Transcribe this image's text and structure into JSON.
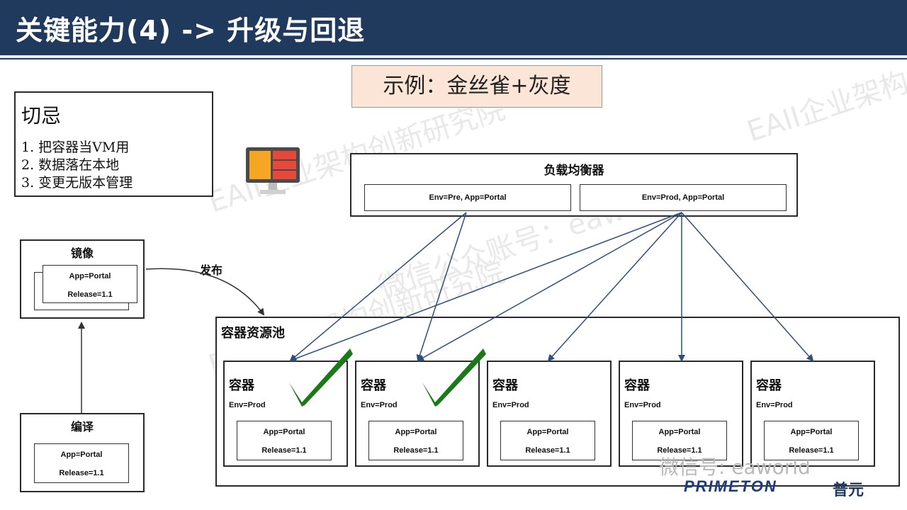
{
  "title": "关键能力(4) -> 升级与回退",
  "example": "示例：金丝雀+灰度",
  "taboo": {
    "heading": "切忌",
    "items": [
      "1.   把容器当VM用",
      "2.   数据落在本地",
      "3.   变更无版本管理"
    ]
  },
  "load_balancer": {
    "title": "负载均衡器",
    "env_pre": "Env=Pre, App=Portal",
    "env_prod": "Env=Prod, App=Portal"
  },
  "image": {
    "title": "镜像",
    "app": "App=Portal",
    "release": "Release=1.1"
  },
  "compile": {
    "title": "编译",
    "app": "App=Portal",
    "release": "Release=1.1"
  },
  "publish_label": "发布",
  "pool": {
    "title": "容器资源池",
    "containers": [
      {
        "title": "容器",
        "env": "Env=Prod",
        "app": "App=Portal",
        "release": "Release=1.1",
        "checked": true
      },
      {
        "title": "容器",
        "env": "Env=Prod",
        "app": "App=Portal",
        "release": "Release=1.1",
        "checked": true
      },
      {
        "title": "容器",
        "env": "Env=Prod",
        "app": "App=Portal",
        "release": "Release=1.1",
        "checked": false
      },
      {
        "title": "容器",
        "env": "Env=Prod",
        "app": "App=Portal",
        "release": "Release=1.1",
        "checked": false
      },
      {
        "title": "容器",
        "env": "Env=Prod",
        "app": "App=Portal",
        "release": "Release=1.1",
        "checked": false
      }
    ]
  },
  "watermarks": [
    "EAII企业架构创新研究院",
    "微信公众账号：eaworld"
  ],
  "footer": {
    "wechat": "微信号: eaworld",
    "brand": "PRIMETON",
    "brand_cn": "普元"
  },
  "colors": {
    "title_bar": "#1f3a5c",
    "example_bg": "#fbe5d6",
    "check": "#1a7a1a",
    "monitor_orange": "#f5a623",
    "monitor_red": "#e8483a"
  }
}
